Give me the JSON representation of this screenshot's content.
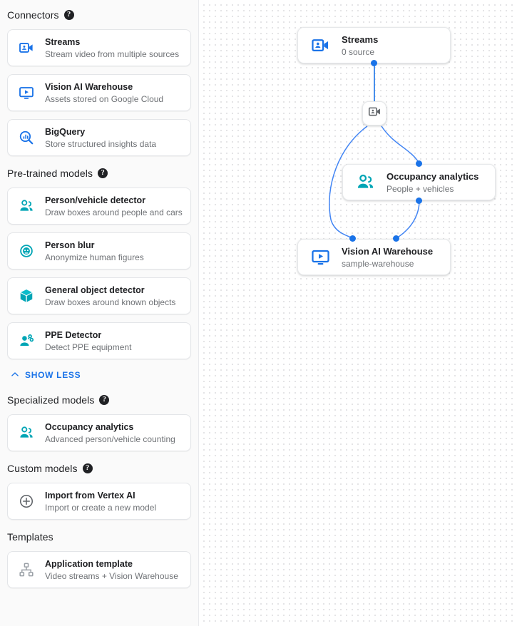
{
  "sidebar": {
    "sections": [
      {
        "title": "Connectors",
        "has_help": true,
        "items": [
          {
            "icon": "video-camera-icon",
            "label": "Streams",
            "desc": "Stream video from multiple sources"
          },
          {
            "icon": "tv-play-icon",
            "label": "Vision AI Warehouse",
            "desc": "Assets stored on Google Cloud"
          },
          {
            "icon": "bigquery-search-icon",
            "label": "BigQuery",
            "desc": "Store structured insights data"
          }
        ]
      },
      {
        "title": "Pre-trained models",
        "has_help": true,
        "items": [
          {
            "icon": "people-icon",
            "label": "Person/vehicle detector",
            "desc": "Draw boxes around people and cars"
          },
          {
            "icon": "face-blur-icon",
            "label": "Person blur",
            "desc": "Anonymize human figures"
          },
          {
            "icon": "cube-icon",
            "label": "General object detector",
            "desc": "Draw boxes around known objects"
          },
          {
            "icon": "ppe-person-icon",
            "label": "PPE Detector",
            "desc": "Detect PPE equipment"
          }
        ],
        "show_less_label": "SHOW LESS"
      },
      {
        "title": "Specialized models",
        "has_help": true,
        "items": [
          {
            "icon": "people-icon",
            "label": "Occupancy analytics",
            "desc": "Advanced person/vehicle counting"
          }
        ]
      },
      {
        "title": "Custom models",
        "has_help": true,
        "items": [
          {
            "icon": "plus-circle-icon",
            "label": "Import from Vertex AI",
            "desc": "Import or create a new model"
          }
        ]
      },
      {
        "title": "Templates",
        "has_help": false,
        "items": [
          {
            "icon": "hierarchy-icon",
            "label": "Application template",
            "desc": "Video streams + Vision Warehouse"
          }
        ]
      }
    ]
  },
  "canvas": {
    "nodes": [
      {
        "id": "streams",
        "icon": "video-camera-icon",
        "title": "Streams",
        "subtitle": "0 source"
      },
      {
        "id": "occupancy",
        "icon": "people-icon",
        "title": "Occupancy analytics",
        "subtitle": "People + vehicles"
      },
      {
        "id": "warehouse",
        "icon": "tv-play-icon",
        "title": "Vision AI Warehouse",
        "subtitle": "sample-warehouse"
      }
    ],
    "mini_node": {
      "icon": "video-camera-icon"
    }
  },
  "colors": {
    "accent_blue": "#1a73e8",
    "teal": "#00a5b5",
    "text_primary": "#202124",
    "text_secondary": "#6f7276",
    "sidebar_bg": "#fafafa",
    "grid_dot": "#e4e4e6"
  }
}
